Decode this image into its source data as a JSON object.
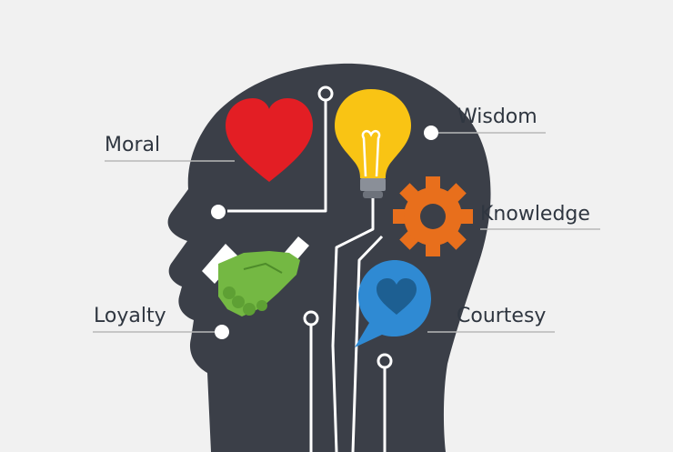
{
  "labels": {
    "moral": "Moral",
    "wisdom": "Wisdom",
    "knowledge": "Knowledge",
    "loyalty": "Loyalty",
    "courtesy": "Courtesy"
  },
  "colors": {
    "background": "#f1f1f1",
    "head": "#3b3f48",
    "heart": "#e31e24",
    "bulb": "#f9c414",
    "bulb_base": "#8a8f98",
    "gear": "#e86f1c",
    "handshake": "#74b843",
    "bubble": "#2f8ad3",
    "bubble_heart": "#1d5f92",
    "circuit": "#ffffff",
    "underline": "#b8b8b8",
    "text": "#2f3640"
  },
  "icons": [
    "heart-icon",
    "light-bulb-icon",
    "gear-icon",
    "handshake-icon",
    "speech-bubble-heart-icon"
  ]
}
